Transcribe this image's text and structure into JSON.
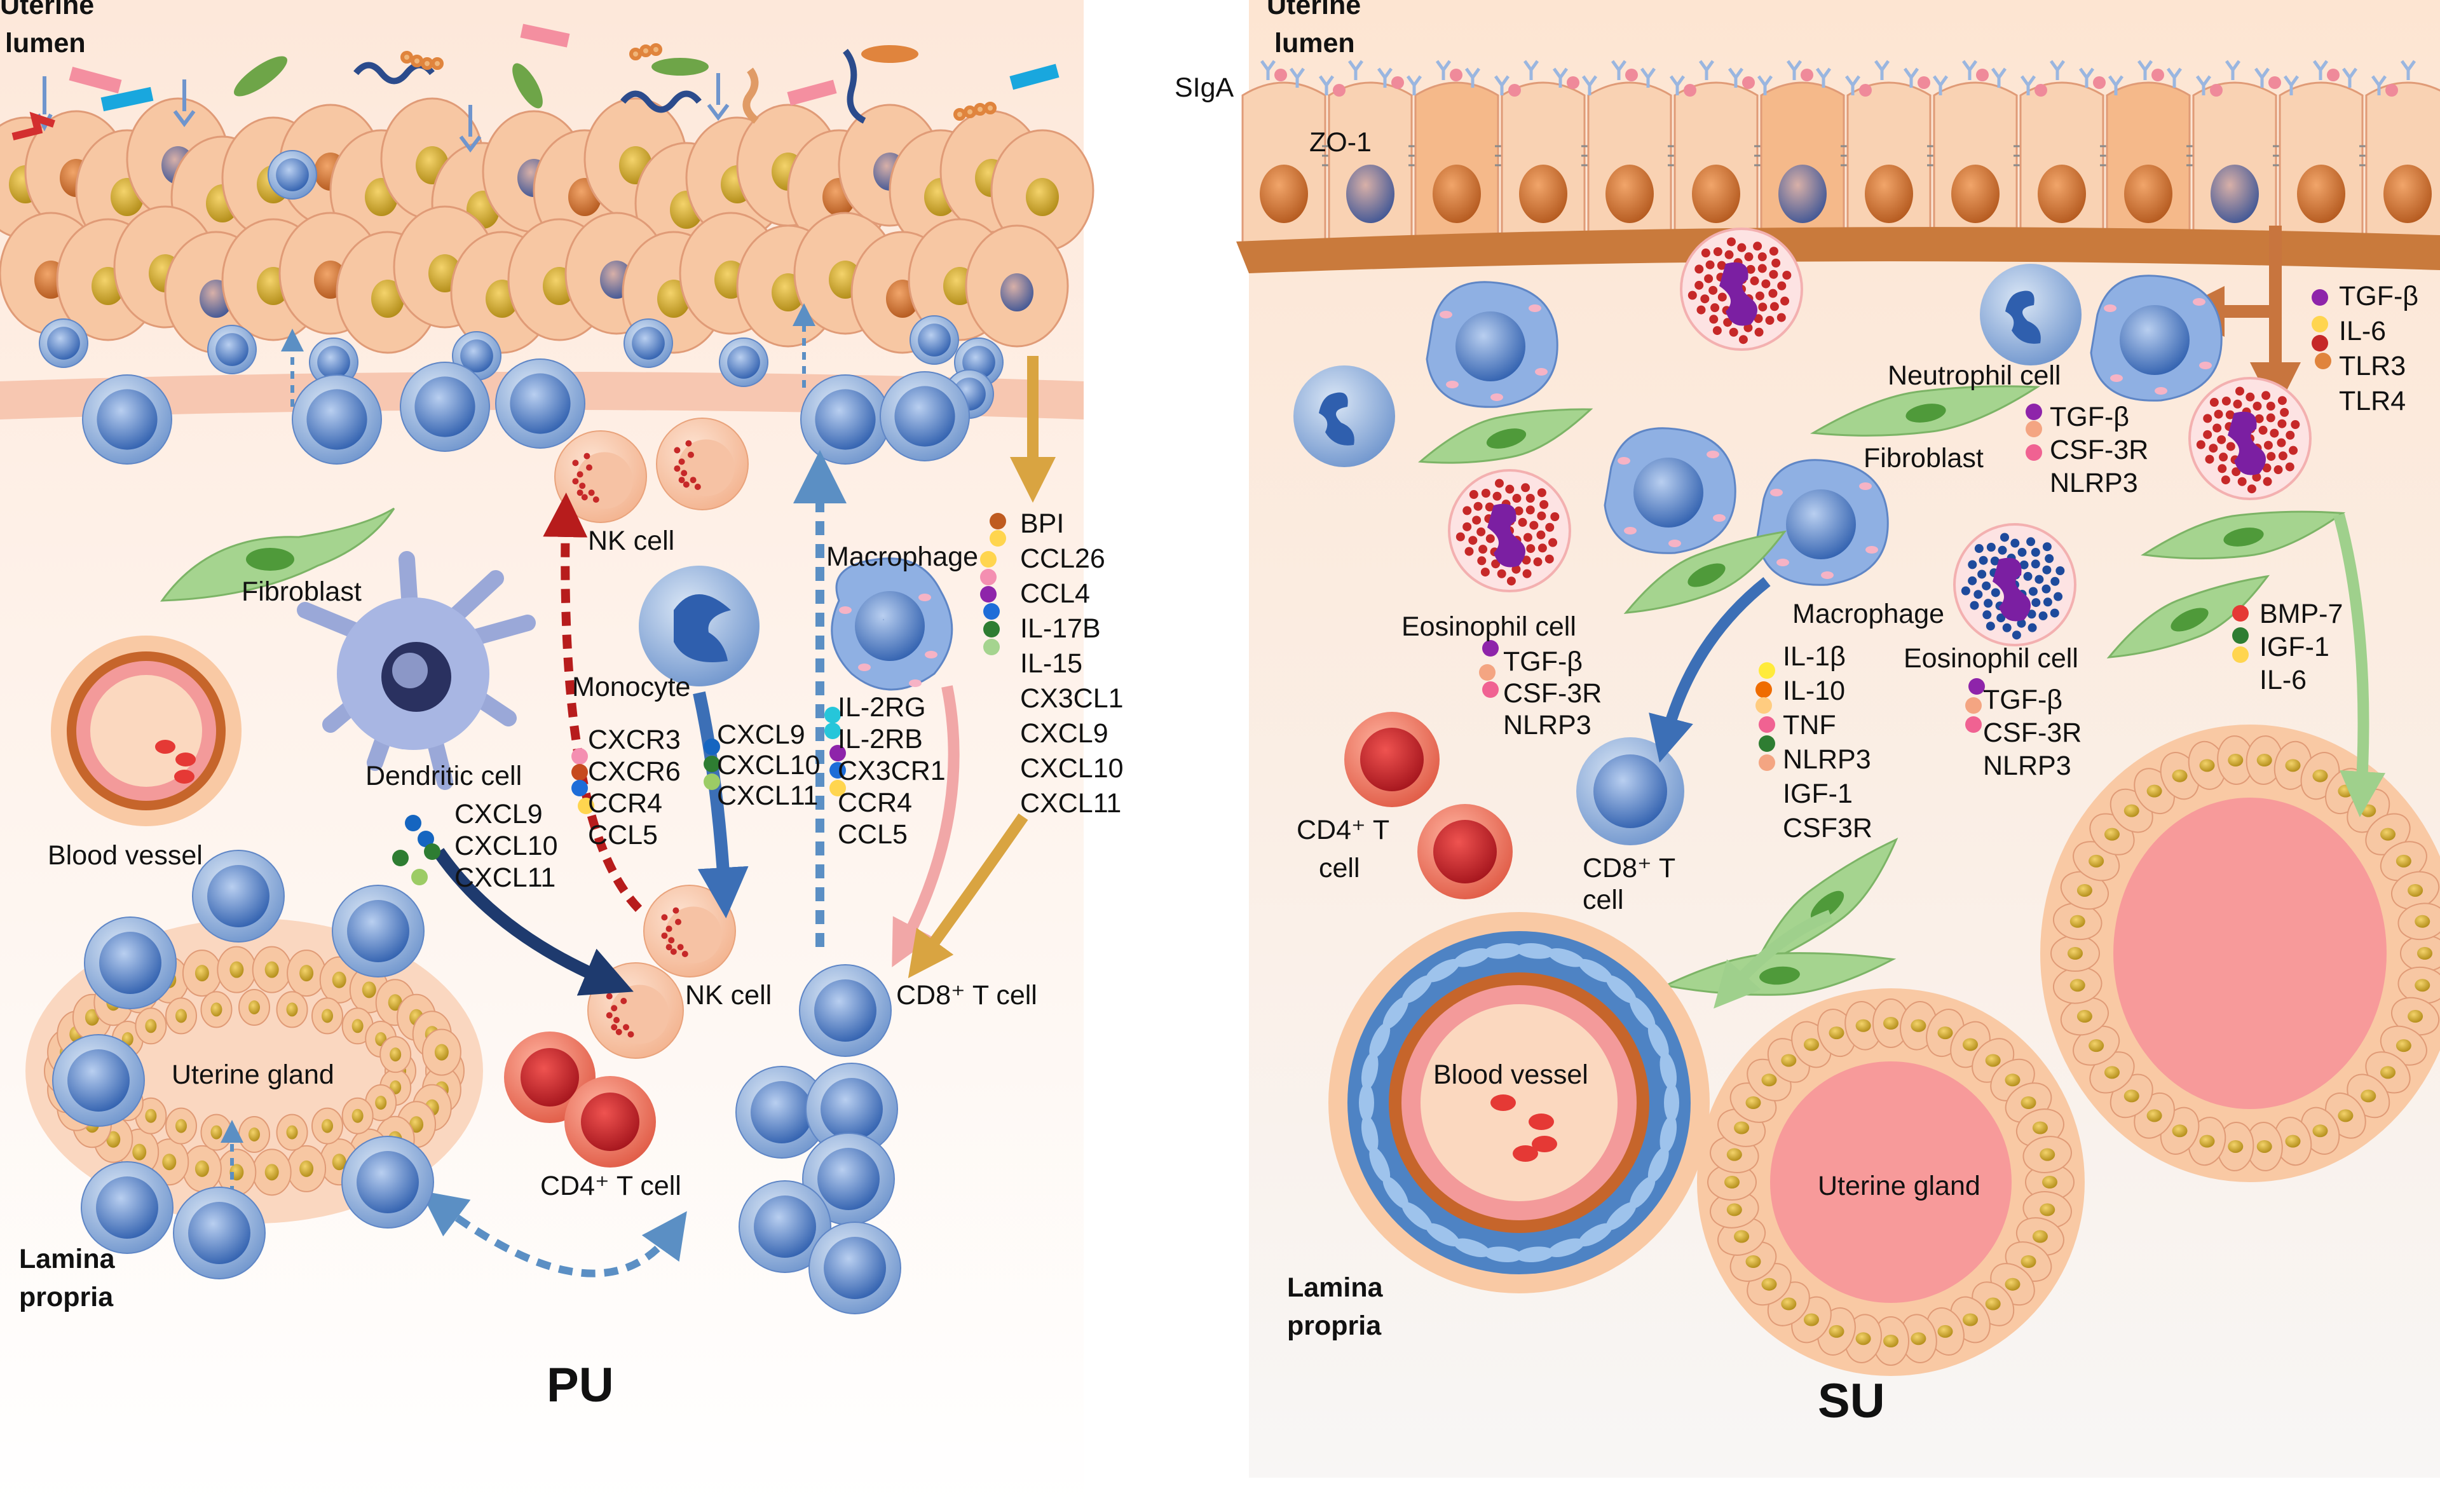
{
  "left_panel": {
    "title": "PU",
    "lumen": [
      "Uterine",
      "lumen"
    ],
    "lamina": [
      "Lamina",
      "propria"
    ],
    "labels": {
      "nk_top": "NK cell",
      "fibroblast": "Fibroblast",
      "blood_vessel": "Blood vessel",
      "dendritic": "Dendritic cell",
      "monocyte": "Monocyte",
      "macrophage": "Macrophage",
      "nk_bottom": "NK cell",
      "cd8": "CD8⁺ T cell",
      "cd4": "CD4⁺ T cell",
      "gland": "Uterine gland"
    },
    "dc_chemokines": [
      "CXCL9",
      "CXCL10",
      "CXCL11"
    ],
    "nk_receptors": [
      "CXCR3",
      "CXCR6",
      "CCR4",
      "CCL5"
    ],
    "monocyte_chemokines": [
      "CXCL9",
      "CXCL10",
      "CXCL11"
    ],
    "cd8_receptors": [
      "IL-2RG",
      "IL-2RB",
      "CX3CR1",
      "CCR4",
      "CCL5"
    ],
    "macrophage_factors": [
      "BPI",
      "CCL26",
      "CCL4",
      "IL-17B",
      "IL-15",
      "CX3CL1",
      "CXCL9",
      "CXCL10",
      "CXCL11"
    ]
  },
  "right_panel": {
    "title": "SU",
    "lumen": [
      "Uterine",
      "lumen"
    ],
    "lamina": [
      "Lamina",
      "propria"
    ],
    "labels": {
      "siga": "SIgA",
      "zo1": "ZO-1",
      "neutrophil": "Neutrophil cell",
      "fibroblast": "Fibroblast",
      "eosinophil_left": "Eosinophil cell",
      "macrophage": "Macrophage",
      "eosinophil_right": "Eosinophil cell",
      "cd4": [
        "CD4⁺ T",
        "cell"
      ],
      "cd8": [
        "CD8⁺ T",
        "cell"
      ],
      "blood_vessel": "Blood vessel",
      "gland": "Uterine gland"
    },
    "epithelial_factors": [
      "TGF-β",
      "IL-6",
      "TLR3",
      "TLR4"
    ],
    "neutrophil_factors": [
      "TGF-β",
      "CSF-3R",
      "NLRP3"
    ],
    "eosinophil_left_factors": [
      "TGF-β",
      "CSF-3R",
      "NLRP3"
    ],
    "macrophage_factors": [
      "IL-1β",
      "IL-10",
      "TNF",
      "NLRP3",
      "IGF-1",
      "CSF3R"
    ],
    "eosinophil_right_factors": [
      "TGF-β",
      "CSF-3R",
      "NLRP3"
    ],
    "fibroblast_factors": [
      "BMP-7",
      "IGF-1",
      "IL-6"
    ]
  },
  "colors": {
    "epithelium": "#f7c7a3",
    "tissue": "#fdf1e9",
    "immune_cell": "#5f86c6",
    "nk_dot": "#c62828",
    "fibroblast": "#a5d48f",
    "gland_lumen": "#f79a9a",
    "dashed_arrow": "#5b8fc4",
    "red_dashed_arrow": "#b71c1c",
    "navy_arrow": "#1e3a6e",
    "gold_arrow": "#d9a441",
    "pink_arrow": "#f1a7a7",
    "green_arrow": "#9fd08c",
    "brown_arrow": "#c8753e"
  }
}
